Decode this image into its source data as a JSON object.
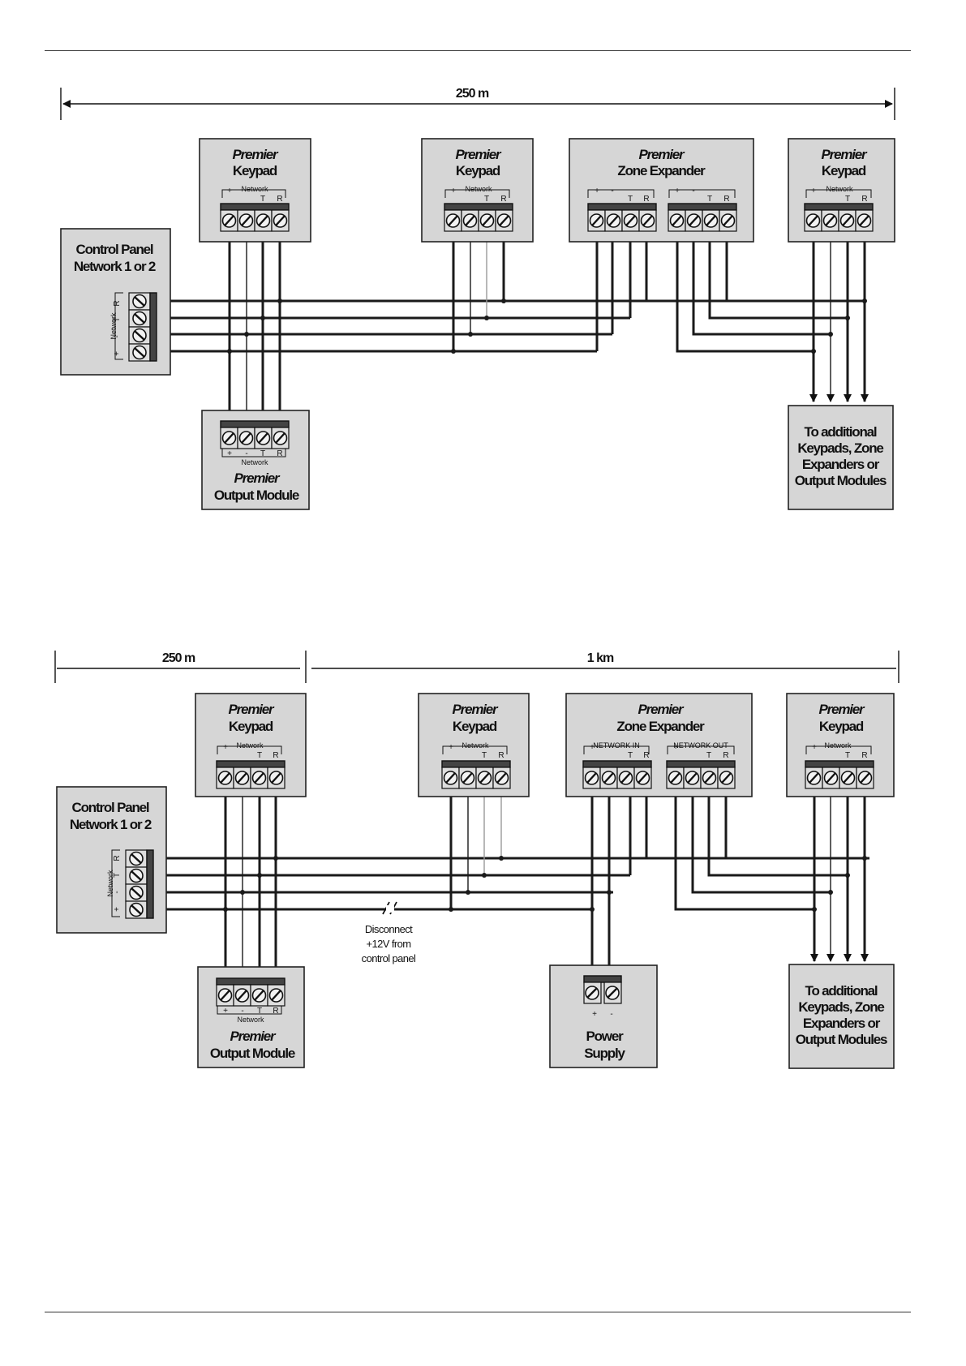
{
  "diagram1": {
    "span_label": "250 m",
    "keypad1": {
      "line1": "Premier",
      "line2": "Keypad",
      "network": "Network",
      "plus": "+",
      "minus": "-",
      "t": "T",
      "r": "R"
    },
    "keypad2": {
      "line1": "Premier",
      "line2": "Keypad",
      "network": "Network",
      "plus": "+",
      "minus": "-",
      "t": "T",
      "r": "R"
    },
    "zone_expander": {
      "line1": "Premier",
      "line2": "Zone Expander",
      "plus": "+",
      "minus": "-",
      "t": "T",
      "r": "R"
    },
    "keypad3": {
      "line1": "Premier",
      "line2": "Keypad",
      "network": "Network",
      "plus": "+",
      "minus": "-",
      "t": "T",
      "r": "R"
    },
    "control_panel": {
      "line1": "Control Panel",
      "line2": "Network 1 or 2",
      "network": "Network",
      "plus": "+",
      "minus": "-",
      "t": "T",
      "r": "R"
    },
    "output_module": {
      "line1": "Premier",
      "line2": "Output Module",
      "network": "Network",
      "plus": "+",
      "minus": "-",
      "t": "T",
      "r": "R"
    },
    "additional": {
      "line1": "To additional",
      "line2": "Keypads, Zone",
      "line3": "Expanders or",
      "line4": "Output Modules"
    }
  },
  "diagram2": {
    "span_short": "250 m",
    "span_long": "1 km",
    "keypad1": {
      "line1": "Premier",
      "line2": "Keypad",
      "network": "Network",
      "plus": "+",
      "minus": "-",
      "t": "T",
      "r": "R"
    },
    "keypad2": {
      "line1": "Premier",
      "line2": "Keypad",
      "network": "Network",
      "plus": "+",
      "minus": "-",
      "t": "T",
      "r": "R"
    },
    "zone_expander": {
      "line1": "Premier",
      "line2": "Zone Expander",
      "network_in": "NETWORK IN",
      "network_out": "NETWORK OUT",
      "plus": "+",
      "minus": "-",
      "t": "T",
      "r": "R"
    },
    "keypad3": {
      "line1": "Premier",
      "line2": "Keypad",
      "network": "Network",
      "plus": "+",
      "minus": "-",
      "t": "T",
      "r": "R"
    },
    "control_panel": {
      "line1": "Control Panel",
      "line2": "Network 1 or 2",
      "network": "Network",
      "plus": "+",
      "minus": "-",
      "t": "T",
      "r": "R"
    },
    "output_module": {
      "line1": "Premier",
      "line2": "Output Module",
      "network": "Network",
      "plus": "+",
      "minus": "-",
      "t": "T",
      "r": "R"
    },
    "power_supply": {
      "line1": "Power",
      "line2": "Supply",
      "plus": "+",
      "minus": "-"
    },
    "disconnect": {
      "line1": "Disconnect",
      "line2": "+12V from",
      "line3": "control panel"
    },
    "additional": {
      "line1": "To additional",
      "line2": "Keypads, Zone",
      "line3": "Expanders or",
      "line4": "Output Modules"
    }
  }
}
